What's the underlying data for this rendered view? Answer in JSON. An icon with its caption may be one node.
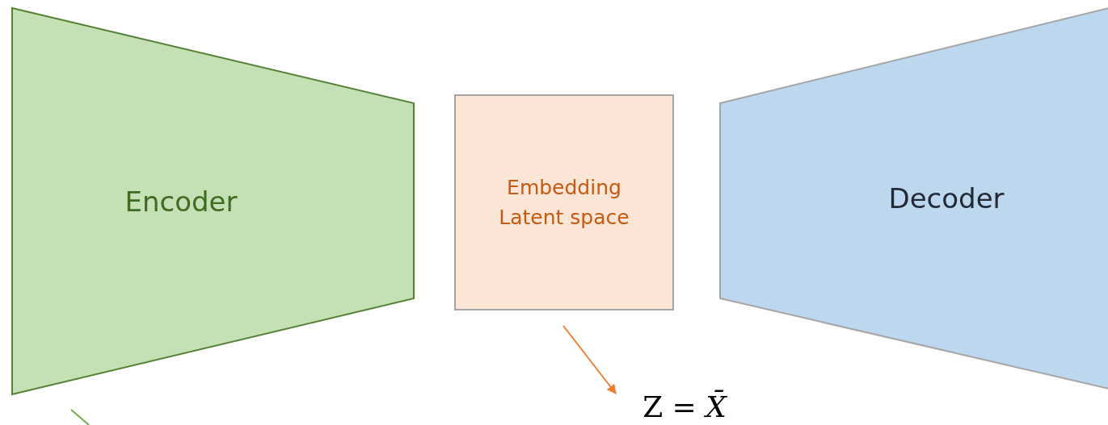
{
  "diagram": {
    "nodes": [
      {
        "text": [
          "Encoder"
        ]
      },
      {
        "text": [
          "Embedding Latent space"
        ]
      },
      {
        "text": [
          "Decoder"
        ]
      },
      {
        "text": [
          "Z = *X̄*"
        ]
      }
    ],
    "edges": [
      {
        "from": null,
        "to": 3,
        "arrow": "to",
        "color": "#ed7d31"
      }
    ]
  }
}
